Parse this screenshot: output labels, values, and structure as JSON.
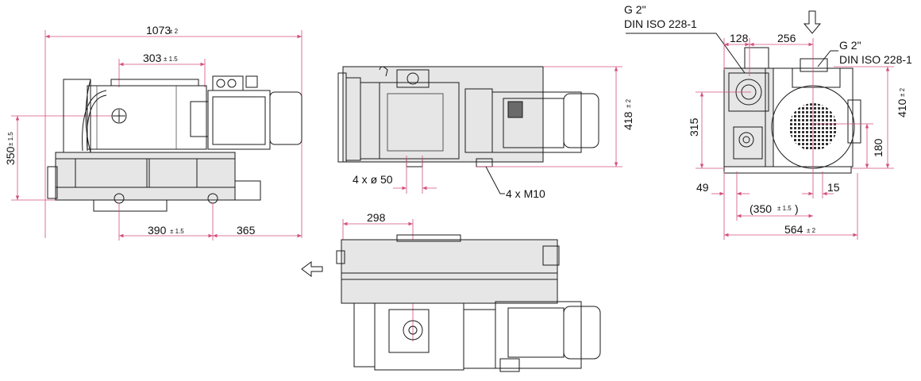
{
  "dims": {
    "overall_length": "1073",
    "overall_length_tol": "± 2",
    "len_303": "303",
    "len_303_tol": "± 1.5",
    "height_350": "350",
    "height_350_tol": "± 1.5",
    "len_390": "390",
    "len_390_tol": "± 1.5",
    "len_365": "365",
    "height_418": "418",
    "height_418_tol": "± 2",
    "holes": "4 x ø 50",
    "threads": "4 x M10",
    "len_298": "298",
    "len_128": "128",
    "len_256": "256",
    "height_410": "410",
    "height_410_tol": "± 2",
    "height_315": "315",
    "height_180": "180",
    "len_49": "49",
    "len_15": "15",
    "len_350b": "(350",
    "len_350b_tol": "± 1.5",
    "len_350b_close": ")",
    "width_564": "564",
    "width_564_tol": "± 2"
  },
  "ports": {
    "inlet_thread": "G 2\"",
    "inlet_std": "DIN ISO 228-1",
    "outlet_thread": "G 2\"",
    "outlet_std": "DIN ISO 228-1"
  },
  "icons": [
    "inlet-arrow-icon",
    "exhaust-arrow-icon",
    "motor-fan-grille-icon"
  ]
}
